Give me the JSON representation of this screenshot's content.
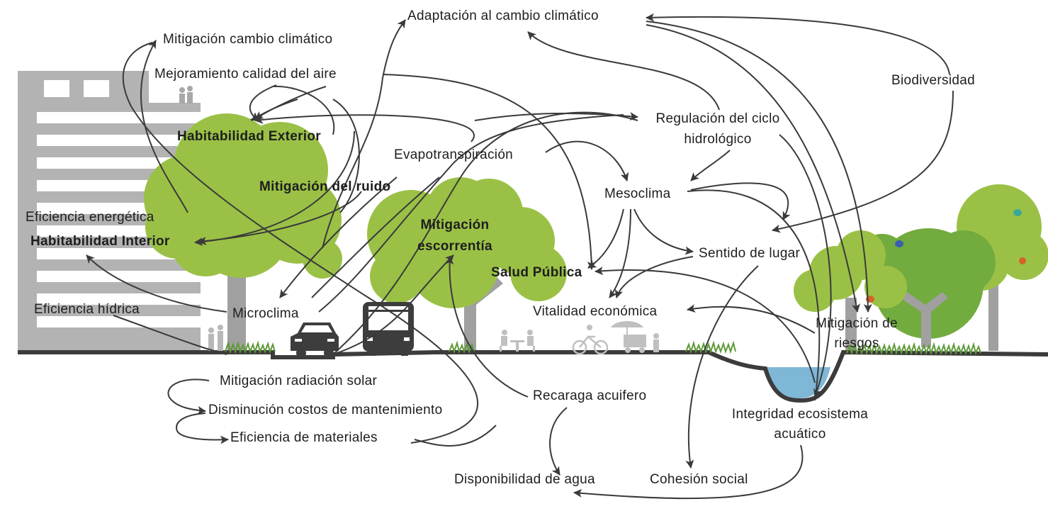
{
  "labels": {
    "adaptacion": "Adaptación al cambio climático",
    "mitigacion_cambio": "Mitigación cambio climático",
    "mejoramiento_aire": "Mejoramiento calidad del aire",
    "biodiversidad": "Biodiversidad",
    "regulacion_1": "Regulación del ciclo",
    "regulacion_2": "hidrológico",
    "habitabilidad_exterior": "Habitabilidad Exterior",
    "evapotranspiracion": "Evapotranspiración",
    "mitigacion_ruido": "Mitigación del ruido",
    "mesoclima": "Mesoclima",
    "eficiencia_energetica": "Eficiencia energética",
    "habitabilidad_interior": "Habitabilidad Interior",
    "mitigacion_escorrentia_1": "Mitigación",
    "mitigacion_escorrentia_2": "escorrentía",
    "sentido_lugar": "Sentido de lugar",
    "salud_publica": "Salud Pública",
    "eficiencia_hidrica": "Eficiencia hídrica",
    "microclima": "Microclima",
    "vitalidad_economica": "Vitalidad económica",
    "mitigacion_riesgos_1": "Mitigación de",
    "mitigacion_riesgos_2": "riesgos",
    "mitigacion_radiacion": "Mitigación radiación solar",
    "recarga_acuifero": "Recaraga acuifero",
    "disminucion_costos": "Disminución costos de mantenimiento",
    "integridad_1": "Integridad ecosistema",
    "integridad_2": "acuático",
    "eficiencia_materiales": "Eficiencia de materiales",
    "disponibilidad_agua": "Disponibilidad de agua",
    "cohesion_social": "Cohesión social"
  },
  "colors": {
    "building": "#b3b3b3",
    "window": "#ffffff",
    "tree_light": "#9ac146",
    "tree_dark": "#72ab3e",
    "trunk": "#a0a0a0",
    "grass": "#5e9a38",
    "water": "#7fb7d6",
    "ground": "#3c3c3c",
    "arrow": "#3a3a3a",
    "vehicle": "#3d3d3d",
    "people": "#b8b8b8"
  },
  "icons": [
    "building-icon",
    "street-tree-icon",
    "car-icon",
    "bus-icon",
    "cafe-table-icon",
    "bicycle-icon",
    "food-cart-icon",
    "pedestrians-icon",
    "bird-icon",
    "stream-icon"
  ]
}
